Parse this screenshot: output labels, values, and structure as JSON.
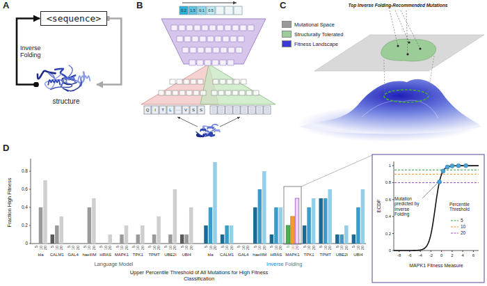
{
  "diagram": {
    "nodes": [
      {
        "text": [
          "<sequence>"
        ]
      },
      {
        "text": [
          "structure"
        ]
      }
    ],
    "edges": [
      {
        "from": 1,
        "to": 0,
        "arrow": "to",
        "label": "Inverse Folding"
      },
      {
        "from": 0,
        "to": 1,
        "arrow": "to"
      }
    ],
    "labels": [
      "A",
      "B",
      "C",
      "D",
      "Top Inverse Folding-Recommended Mutations",
      "Q",
      "I",
      "T",
      "L",
      "···",
      "V",
      "S",
      "S",
      "0.2",
      "1.5",
      "0.1",
      "0.5",
      "Fraction High Fitness",
      "0",
      "0.2",
      "0.4",
      "0.6",
      "0.8",
      "bla",
      "CALM1",
      "GAL4",
      "haeIIIM",
      "HRAS",
      "MAPK1",
      "TPK1",
      "TPMT",
      "UBE2I",
      "UBI4",
      "bla",
      "CALM1",
      "GAL4",
      "haeIIIM",
      "HRAS",
      "MAPK1",
      "TPK1",
      "TPMT",
      "UBE2I",
      "UBI4",
      "Language Model",
      "Inverse Folding",
      "Upper Percentile Threshold of All Mutations for High Fitness Classification",
      "5",
      "10",
      "20",
      "5",
      "10",
      "20",
      "5",
      "10",
      "20",
      "5",
      "10",
      "20",
      "5",
      "10",
      "20",
      "5",
      "10",
      "20",
      "5",
      "10",
      "20",
      "5",
      "10",
      "20",
      "5",
      "10",
      "20",
      "5",
      "10",
      "20",
      "5",
      "10",
      "20",
      "5",
      "10",
      "20",
      "5",
      "10",
      "20",
      "5",
      "10",
      "20",
      "5",
      "10",
      "20",
      "5",
      "10",
      "20",
      "5",
      "10",
      "20",
      "5",
      "10",
      "20",
      "5",
      "10",
      "20",
      "5",
      "10",
      "20",
      "ECDF",
      "0",
      "0.2",
      "0.4",
      "0.6",
      "0.8",
      "1",
      "-8",
      "-6",
      "-4",
      "-2",
      "0",
      "2",
      "4",
      "6",
      "MAPK1 Fitness Measure",
      "Mutation predicted by Inverse Folding",
      "Percentile Threshold"
    ],
    "legend": [
      {
        "text": "Mutational Space",
        "color": "#9a9a9a"
      },
      {
        "text": "Structurally Tolerated",
        "color": "#9ccc98"
      },
      {
        "text": "Fitness Landscape",
        "color": "#3b3bd6"
      },
      {
        "text": "5"
      },
      {
        "text": "10"
      },
      {
        "text": "20"
      }
    ]
  }
}
